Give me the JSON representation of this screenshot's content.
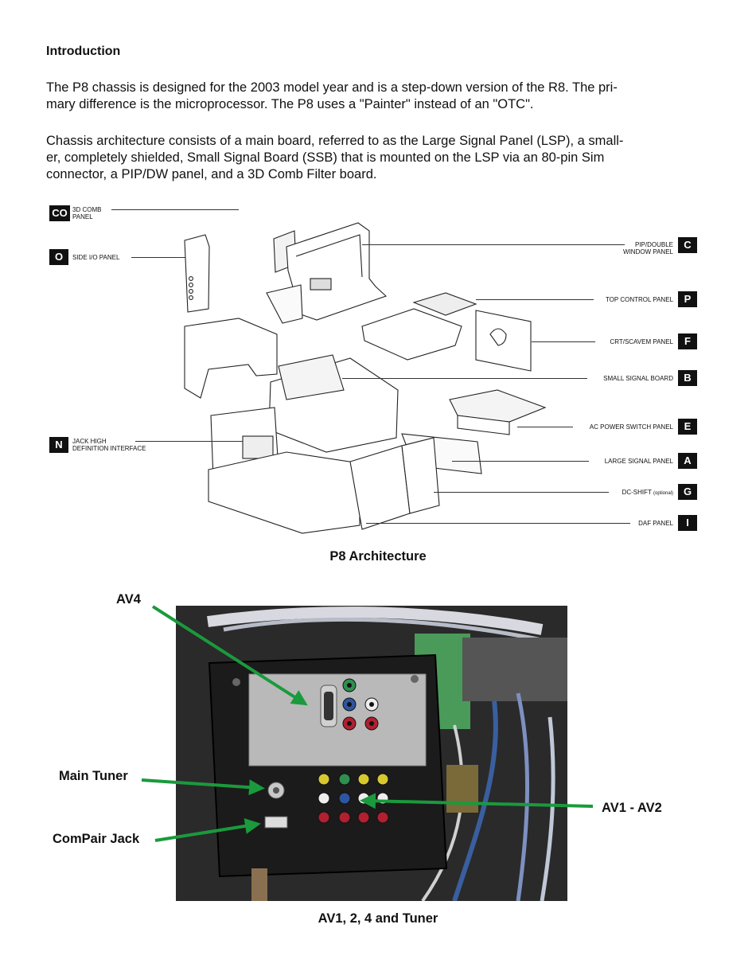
{
  "intro": {
    "heading": "Introduction",
    "p1_line1": "The P8 chassis is designed for the 2003 model year and is a step-down version of the R8. The pri-",
    "p1_line2": "mary difference is the microprocessor. The P8 uses a \"Painter\" instead of an \"OTC\".",
    "p2_line1": "Chassis architecture consists of a main board, referred to as the Large Signal Panel (LSP), a small-",
    "p2_line2": "er, completely shielded, Small Signal Board (SSB) that is mounted on the LSP via an 80-pin Sim",
    "p2_line3": "connector, a PIP/DW panel, and a 3D Comb Filter board."
  },
  "diagram": {
    "caption": "P8 Architecture",
    "left_labels": [
      {
        "badge": "CO",
        "line1": "3D COMB",
        "line2": "PANEL"
      },
      {
        "badge": "O",
        "line1": "SIDE I/O PANEL",
        "line2": ""
      },
      {
        "badge": "N",
        "line1": "JACK HIGH",
        "line2": "DEFINITION INTERFACE"
      }
    ],
    "right_labels": [
      {
        "badge": "C",
        "line1": "PIP/DOUBLE",
        "line2": "WINDOW PANEL"
      },
      {
        "badge": "P",
        "line1": "TOP CONTROL PANEL",
        "line2": ""
      },
      {
        "badge": "F",
        "line1": "CRT/SCAVEM  PANEL",
        "line2": ""
      },
      {
        "badge": "B",
        "line1": "SMALL SIGNAL BOARD",
        "line2": ""
      },
      {
        "badge": "E",
        "line1": "AC POWER SWITCH PANEL",
        "line2": ""
      },
      {
        "badge": "A",
        "line1": "LARGE SIGNAL PANEL",
        "line2": ""
      },
      {
        "badge": "G",
        "line1": "DC-SHIFT",
        "line2": "(optional)"
      },
      {
        "badge": "I",
        "line1": "DAF PANEL",
        "line2": ""
      }
    ]
  },
  "photo": {
    "caption": "AV1, 2, 4 and Tuner",
    "label_av4": "AV4",
    "label_main_tuner": "Main Tuner",
    "label_compair": "ComPair Jack",
    "label_av1_av2": "AV1 - AV2",
    "colors": {
      "arrow": "#1a9a3c",
      "plate": "#1b1b1b",
      "panel": "#b9b9b9"
    }
  }
}
